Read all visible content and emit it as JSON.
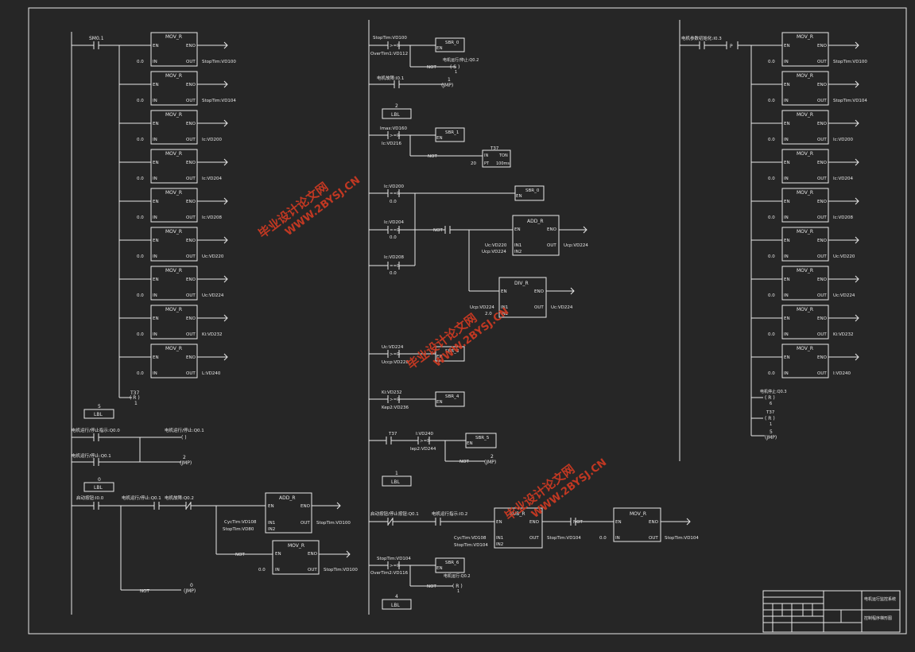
{
  "col1": {
    "contact": "SM0.1",
    "mov_blocks": [
      {
        "title": "MOV_R",
        "en": "EN",
        "eno": "ENO",
        "in_label": "IN",
        "in_val": "0.0",
        "out_label": "OUT",
        "out_val": "StopTim:VD100"
      },
      {
        "title": "MOV_R",
        "en": "EN",
        "eno": "ENO",
        "in_label": "IN",
        "in_val": "0.0",
        "out_label": "OUT",
        "out_val": "StopTim:VD104"
      },
      {
        "title": "MOV_R",
        "en": "EN",
        "eno": "ENO",
        "in_label": "IN",
        "in_val": "0.0",
        "out_label": "OUT",
        "out_val": "Ic:VD200"
      },
      {
        "title": "MOV_R",
        "en": "EN",
        "eno": "ENO",
        "in_label": "IN",
        "in_val": "0.0",
        "out_label": "OUT",
        "out_val": "Ic:VD204"
      },
      {
        "title": "MOV_R",
        "en": "EN",
        "eno": "ENO",
        "in_label": "IN",
        "in_val": "0.0",
        "out_label": "OUT",
        "out_val": "Ic:VD208"
      },
      {
        "title": "MOV_R",
        "en": "EN",
        "eno": "ENO",
        "in_label": "IN",
        "in_val": "0.0",
        "out_label": "OUT",
        "out_val": "Uc:VD220"
      },
      {
        "title": "MOV_R",
        "en": "EN",
        "eno": "ENO",
        "in_label": "IN",
        "in_val": "0.0",
        "out_label": "OUT",
        "out_val": "Uc:VD224"
      },
      {
        "title": "MOV_R",
        "en": "EN",
        "eno": "ENO",
        "in_label": "IN",
        "in_val": "0.0",
        "out_label": "OUT",
        "out_val": "Ki:VD232"
      },
      {
        "title": "MOV_R",
        "en": "EN",
        "eno": "ENO",
        "in_label": "IN",
        "in_val": "0.0",
        "out_label": "OUT",
        "out_val": "L:VD240"
      }
    ],
    "coil_t37": {
      "name": "T37",
      "type": "( R )",
      "count": "1"
    },
    "lbl5": {
      "num": "5",
      "text": "LBL"
    },
    "rung_q00": {
      "contact": "电机运行/停止指示:Q0.0",
      "coil": "电机运行/停止:Q0.1",
      "coil_sym": "( )"
    },
    "rung_jmp2": {
      "contact": "电机运行/停止:Q0.1",
      "num": "2",
      "jmp": "(JMP)"
    },
    "lbl0": {
      "num": "0",
      "text": "LBL"
    },
    "rung_add": {
      "c1": "启动按钮:I0.0",
      "c2": "电机运行/停止:Q0.1",
      "c3": "电机故障:Q0.2",
      "add": {
        "title": "ADD_R",
        "en": "EN",
        "eno": "ENO",
        "in1_label": "IN1",
        "in2_label": "IN2",
        "in1_val": "CycTim:VD108",
        "in2_val": "StopTim:VD80",
        "out_label": "OUT",
        "out_val": "StopTim:VD100"
      },
      "not_label": "NOT",
      "mov": {
        "title": "MOV_R",
        "en": "EN",
        "eno": "ENO",
        "in_label": "IN",
        "in_val": "0.0",
        "out_label": "OUT",
        "out_val": "StopTim:VD100"
      },
      "not2": "NOT",
      "jmp_num": "0",
      "jmp": "(JMP)"
    }
  },
  "col2": {
    "r1": {
      "cmp_top": "StopTim:VD100",
      "op": ">=R",
      "cmp_bot": "OverTim1:VD112",
      "sbr": "SBR_0",
      "en": "EN",
      "not": "NOT",
      "coil_lbl": "电机运行/停止:Q0.2",
      "coil_sym": "( S )",
      "coil_n": "1"
    },
    "r2": {
      "contact": "电机故障:I0.1",
      "num": "1",
      "jmp": "(JMP)"
    },
    "lbl2": {
      "num": "2",
      "text": "LBL"
    },
    "r3": {
      "cmp_top": "Imax:VD160",
      "op": ">=R",
      "cmp_bot": "Ic:VD216",
      "sbr": "SBR_1",
      "en": "EN",
      "not": "NOT",
      "tmr": "T37",
      "tmr_in": "IN",
      "tmr_ton": "TON",
      "tmr_pt": "PT",
      "pt_val": "20",
      "tmr_base": "100ms"
    },
    "r4": {
      "c1_top": "Ic:VD200",
      "c1_bot": "0.0",
      "c2_top": "Ic:VD204",
      "c2_bot": "0.0",
      "c3_top": "Ic:VD208",
      "c3_bot": "0.0",
      "op": "==R",
      "sbr": "SBR_0",
      "en": "EN",
      "not": "NOT",
      "add": {
        "title": "ADD_R",
        "en": "EN",
        "eno": "ENO",
        "in1": "IN1",
        "in2": "IN2",
        "in1_val": "Uc:VD220",
        "in2_val": "Ucp:VD224",
        "out": "OUT",
        "out_val": "Ucp:VD224"
      },
      "div": {
        "title": "DIV_R",
        "en": "EN",
        "eno": "ENO",
        "in1": "IN1",
        "in2": "IN2",
        "in1_val": "Ucp:VD224",
        "in2_val": "2.0",
        "out": "OUT",
        "out_val": "Uc:VD224"
      }
    },
    "r5": {
      "cmp_top": "Uc:VD224",
      "op": ">=R",
      "cmp_bot": "Uccp:VD228",
      "sbr": "SBR_3",
      "en": "EN"
    },
    "r6": {
      "cmp_top": "Ki:VD232",
      "op": ">=R",
      "cmp_bot": "Kep2:VD236",
      "sbr": "SBR_4",
      "en": "EN"
    },
    "r7": {
      "contact": "T37",
      "cmp_top": "I:VD240",
      "op": ">=R",
      "cmp_bot": "Iep2:VD244",
      "sbr": "SBR_5",
      "en": "EN",
      "not": "NOT",
      "num": "2",
      "jmp": "(JMP)"
    },
    "lbl1": {
      "num": "1",
      "text": "LBL"
    },
    "r8": {
      "c1": "启动按钮/停止按钮:Q0.1",
      "c2": "电机运行指示:I0.2",
      "sub": {
        "title": "SUB_R",
        "en": "EN",
        "eno": "ENO",
        "in1": "IN1",
        "in2": "IN2",
        "in1_val": "CycTim:VD108",
        "in2_val": "StopTim:VD104",
        "out": "OUT",
        "out_val": "StopTim:VD104"
      },
      "not": "NOT",
      "mov": {
        "title": "MOV_R",
        "en": "EN",
        "eno": "ENO",
        "in": "IN",
        "in_val": "0.0",
        "out": "OUT",
        "out_val": "StopTim:VD104"
      }
    },
    "r9": {
      "cmp_top": "StopTim:VD104",
      "op": ">=R",
      "cmp_bot": "OverTim2:VD116",
      "sbr": "SBR_6",
      "en": "EN",
      "not": "NOT",
      "coil_lbl": "电机运行:Q0.2",
      "coil_sym": "( R )",
      "coil_n": "1"
    },
    "lbl4": {
      "num": "4",
      "text": "LBL"
    }
  },
  "col3": {
    "contact": "电机参数初始化:I0.3",
    "p": "P",
    "mov_blocks": [
      {
        "title": "MOV_R",
        "in_val": "0.0",
        "out_val": "StopTim:VD100"
      },
      {
        "title": "MOV_R",
        "in_val": "0.0",
        "out_val": "StopTim:VD104"
      },
      {
        "title": "MOV_R",
        "in_val": "0.0",
        "out_val": "Ic:VD200"
      },
      {
        "title": "MOV_R",
        "in_val": "0.0",
        "out_val": "Ic:VD204"
      },
      {
        "title": "MOV_R",
        "in_val": "0.0",
        "out_val": "Ic:VD208"
      },
      {
        "title": "MOV_R",
        "in_val": "0.0",
        "out_val": "Uc:VD220"
      },
      {
        "title": "MOV_R",
        "in_val": "0.0",
        "out_val": "Uc:VD224"
      },
      {
        "title": "MOV_R",
        "in_val": "0.0",
        "out_val": "Ki:VD232"
      },
      {
        "title": "MOV_R",
        "in_val": "0.0",
        "out_val": "I:VD240"
      }
    ],
    "en": "EN",
    "eno": "ENO",
    "in": "IN",
    "out": "OUT",
    "coil1": {
      "lbl": "电机停止:Q0.3",
      "sym": "( R )",
      "n": "6"
    },
    "coil2": {
      "lbl": "T37",
      "sym": "( R )",
      "n": "1"
    },
    "jmp": {
      "num": "5",
      "sym": "(JMP)"
    }
  },
  "title_block": {
    "title1": "电机运行监控系统",
    "title2": "控制程序梯形图"
  },
  "watermarks": [
    {
      "cn": "毕业设计论文网",
      "url": "WWW.2BYSJ.CN"
    },
    {
      "cn": "毕业设计论文网",
      "url": "WWW.2BYSJ.CN"
    },
    {
      "cn": "毕业设计论文网",
      "url": "WWW.2BYSJ.CN"
    }
  ],
  "colors": {
    "background": "#262626",
    "line": "#e8e8e8",
    "watermark": "#d23a22"
  }
}
